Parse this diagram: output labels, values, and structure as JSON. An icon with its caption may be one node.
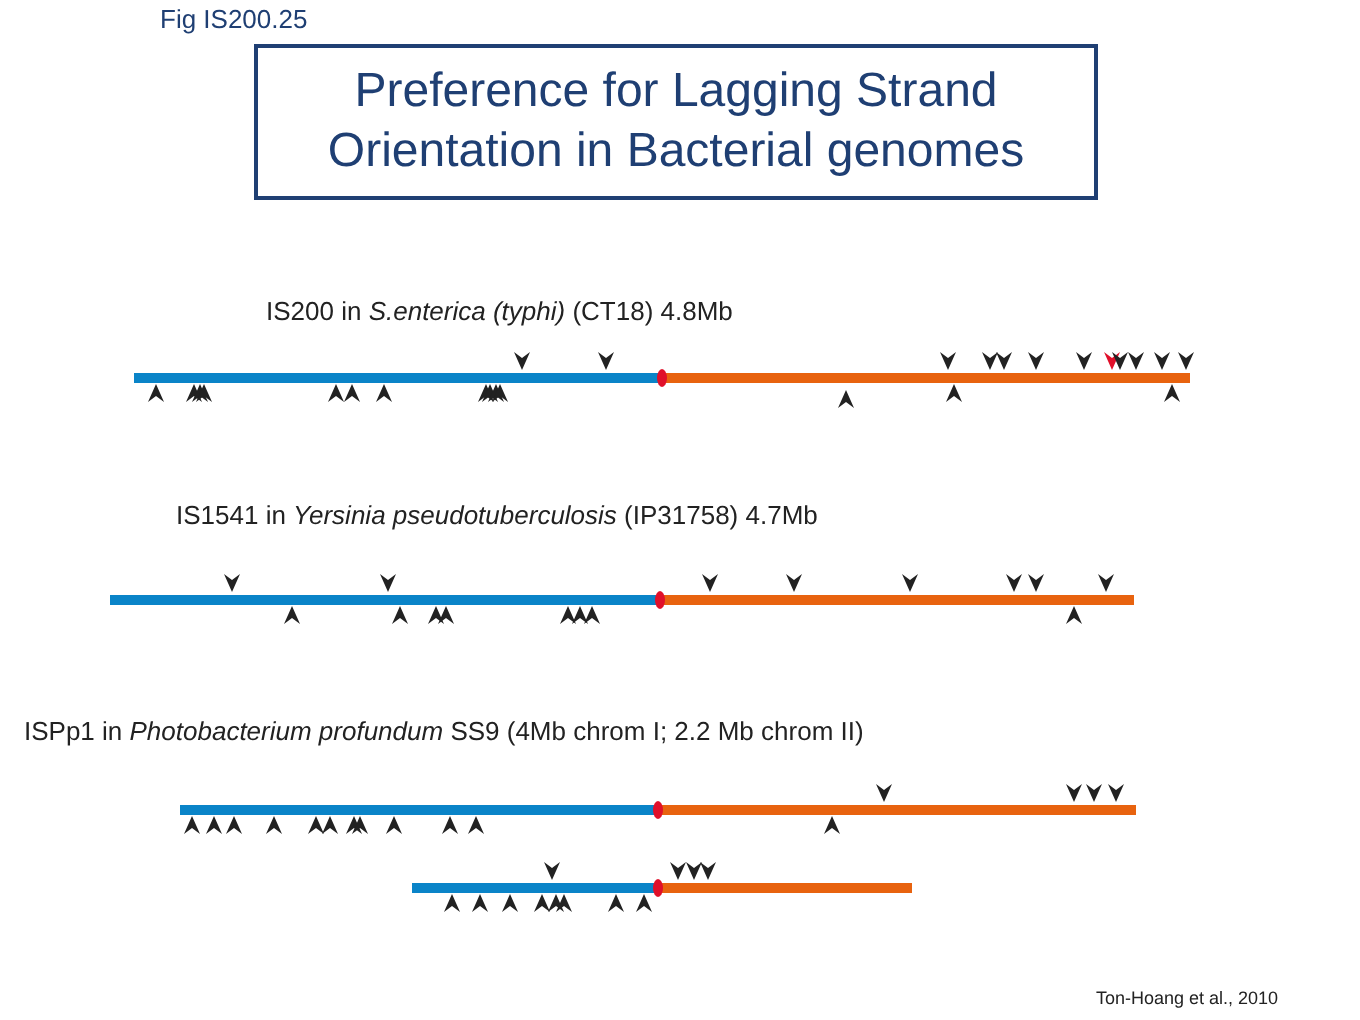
{
  "diagram": {
    "title": "Preference for Lagging Strand Orientation in Bacterial genomes",
    "labels": [
      "Fig IS200.25",
      "IS200 in *S.enterica (typhi)* (CT18) 4.8Mb",
      "IS1541 in *Yersinia pseudotuberculosis* (IP31758) 4.7Mb",
      "ISPp1 in *Photobacterium profundum* SS9 (4Mb chrom I; 2.2 Mb chrom II)",
      "Ton-Hoang et al., 2010"
    ]
  }
}
